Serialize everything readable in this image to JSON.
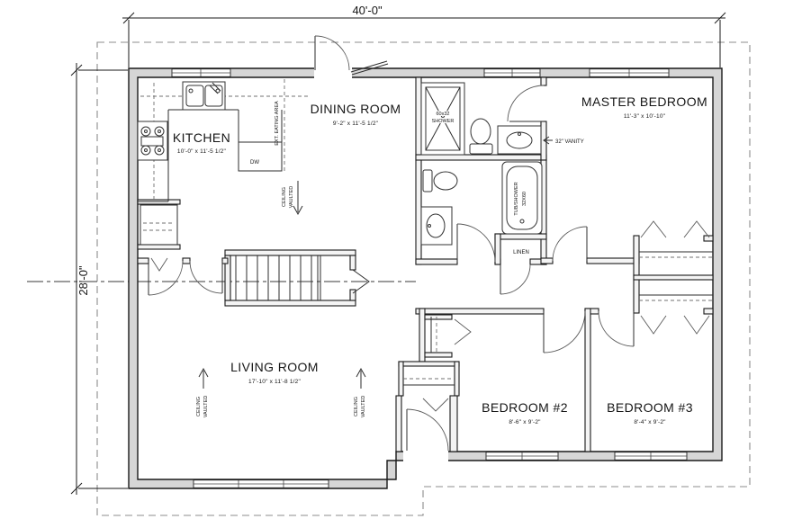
{
  "dimensions": {
    "width": "40'-0\"",
    "height": "28'-0\""
  },
  "rooms": {
    "kitchen": {
      "name": "KITCHEN",
      "size": "10'-0\" x 11'-5 1/2\""
    },
    "dining": {
      "name": "DINING ROOM",
      "size": "9'-2\" x 11'-5 1/2\""
    },
    "master": {
      "name": "MASTER BEDROOM",
      "size": "11'-3\" x 10'-10\""
    },
    "living": {
      "name": "LIVING ROOM",
      "size": "17'-10\" x 11'-8 1/2\""
    },
    "bedroom2": {
      "name": "BEDROOM #2",
      "size": "8'-6\" x 9'-2\""
    },
    "bedroom3": {
      "name": "BEDROOM #3",
      "size": "8'-4\" x 9'-2\""
    }
  },
  "fixtures": {
    "shower_size": "60x32",
    "shower": "SHOWER",
    "vanity": "32\" VANITY",
    "tub": "TUB/SHOWER",
    "tub_size": "32X60",
    "linen": "LINEN",
    "dishwasher": "DW",
    "eating_area": "EXT. EATING AREA"
  },
  "annotations": {
    "ceiling": "CEILING",
    "vaulted": "VAULTED"
  }
}
